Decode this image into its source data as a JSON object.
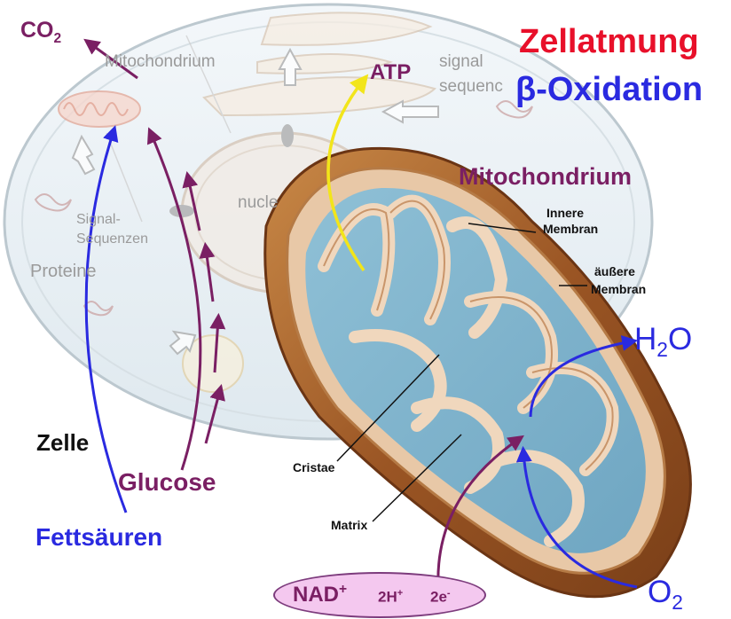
{
  "colors": {
    "red": "#e8102a",
    "blue": "#2a2ae0",
    "purple": "#7a1f63",
    "yellow": "#f2e51a",
    "black": "#111111",
    "faint_gray": "#9a9a9a",
    "matrix_blue": "#8fc0d6",
    "membrane_brown": "#a8622b",
    "nad_fill": "#f4c8ef"
  },
  "titles": {
    "zellatmung": "Zellatmung",
    "beta_oxidation": "β-Oxidation"
  },
  "labels": {
    "co2_main": "CO",
    "co2_sub": "2",
    "atp": "ATP",
    "mitochondrium": "Mitochondrium",
    "innere_line1": "Innere",
    "innere_line2": "Membran",
    "aeussere_line1": "äußere",
    "aeussere_line2": "Membran",
    "h2o_a": "H",
    "h2o_sub": "2",
    "h2o_b": "O",
    "zelle": "Zelle",
    "glucose": "Glucose",
    "fettsaeuren": "Fettsäuren",
    "cristae": "Cristae",
    "matrix": "Matrix",
    "o2_main": "O",
    "o2_sub": "2",
    "nad_main": "NAD",
    "nad_sup": "+",
    "h_main": "2H",
    "h_sup": "+",
    "e_main": "2e",
    "e_sup": "-"
  },
  "background_labels": {
    "mitochondrium": "Mitochondrium",
    "signal": "signal",
    "sequenc": "sequenc",
    "nucleus": "nucle",
    "signal2": "Signal-",
    "sequenzen": "Sequenzen",
    "proteine": "Proteine"
  },
  "icons": [
    "cell-outline",
    "mitochondrion-cutaway",
    "arrow-purple",
    "arrow-blue",
    "arrow-yellow"
  ]
}
